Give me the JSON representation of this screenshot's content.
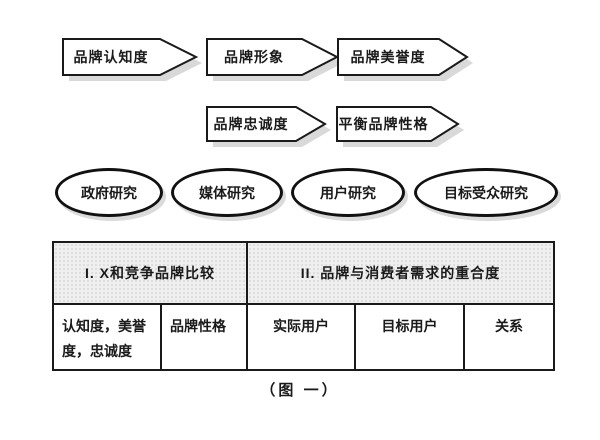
{
  "flow": {
    "row1": [
      "品牌认知度",
      "品牌形象",
      "品牌美誉度"
    ],
    "row2": [
      "品牌忠诚度",
      "平衡品牌性格"
    ]
  },
  "research": [
    "政府研究",
    "媒体研究",
    "用户研究",
    "目标受众研究"
  ],
  "table": {
    "section_headers": [
      "I. X和竞争品牌比较",
      "II. 品牌与消费者需求的重合度"
    ],
    "row": [
      "认知度，美誉度，忠诚度",
      "品牌性格",
      "实际用户",
      "目标用户",
      "关系"
    ]
  },
  "caption": "（图 一）",
  "colors": {
    "stroke": "#1a1a1a",
    "shadow": "#d9d9d9",
    "header_bg": "#efefef",
    "background": "#ffffff"
  }
}
